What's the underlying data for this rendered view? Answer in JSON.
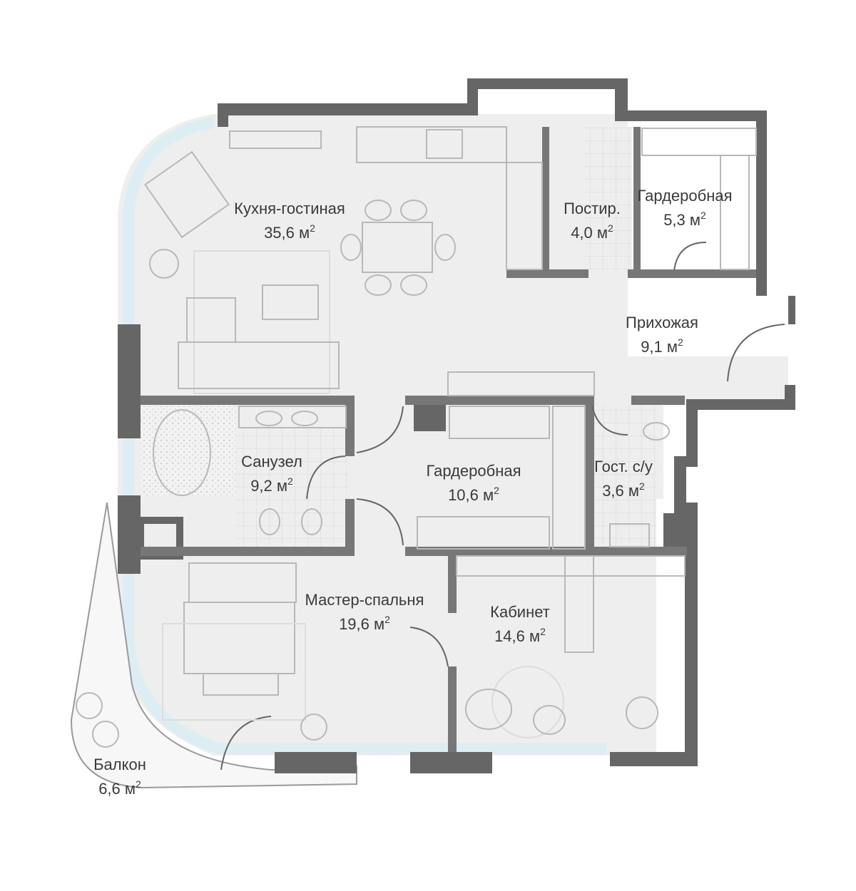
{
  "unit": "м",
  "unit_power": "2",
  "colors": {
    "wall": "#666666",
    "floor": "#eeeeee",
    "glazing": "#dceef3",
    "balcony": "#f7f7f7",
    "furniture": "#b8b8b8",
    "text": "#3a3a3a"
  },
  "rooms": [
    {
      "id": "kitchen",
      "name": "Кухня-гостиная",
      "area": "35,6"
    },
    {
      "id": "laundry",
      "name": "Постир.",
      "area": "4,0"
    },
    {
      "id": "wardrobe-small",
      "name": "Гардеробная",
      "area": "5,3"
    },
    {
      "id": "hall",
      "name": "Прихожая",
      "area": "9,1"
    },
    {
      "id": "bath",
      "name": "Санузел",
      "area": "9,2"
    },
    {
      "id": "wardrobe-large",
      "name": "Гардеробная",
      "area": "10,6"
    },
    {
      "id": "guest-wc",
      "name": "Гост. с/у",
      "area": "3,6"
    },
    {
      "id": "master-bedroom",
      "name": "Мастер-спальня",
      "area": "19,6"
    },
    {
      "id": "study",
      "name": "Кабинет",
      "area": "14,6"
    },
    {
      "id": "balcony",
      "name": "Балкон",
      "area": "6,6"
    }
  ]
}
